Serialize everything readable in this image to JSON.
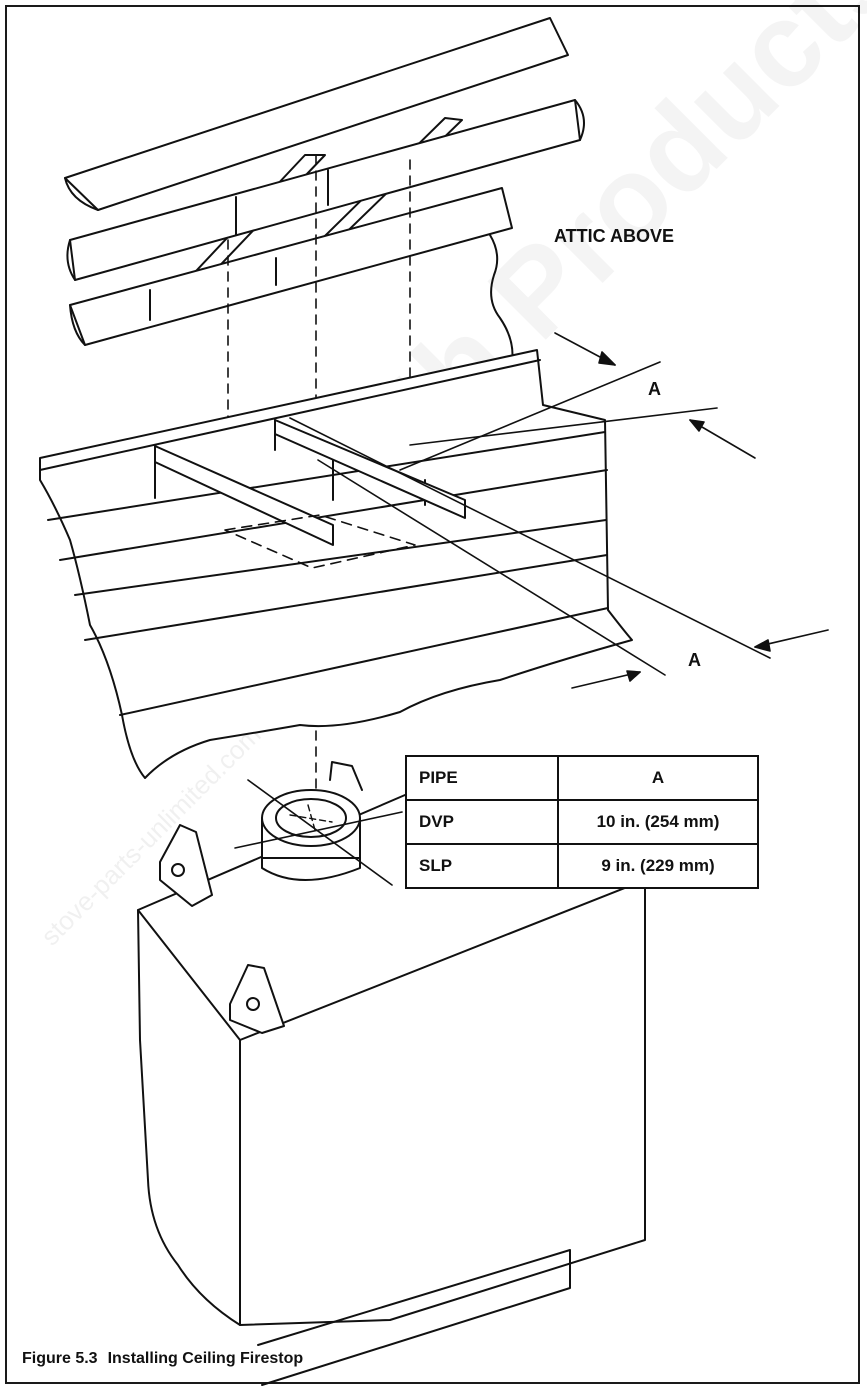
{
  "labels": {
    "attic": "ATTIC ABOVE",
    "dim_a_upper": "A",
    "dim_a_lower": "A"
  },
  "table": {
    "headers": [
      "PIPE",
      "A"
    ],
    "rows": [
      [
        "DVP",
        "10 in. (254 mm)"
      ],
      [
        "SLP",
        "9 in. (229 mm)"
      ]
    ]
  },
  "caption": {
    "number": "Figure 5.3",
    "title": "Installing Ceiling Firestop"
  },
  "watermark": {
    "brand": "Hearth Products",
    "site": "stove-parts-unlimited.com"
  }
}
